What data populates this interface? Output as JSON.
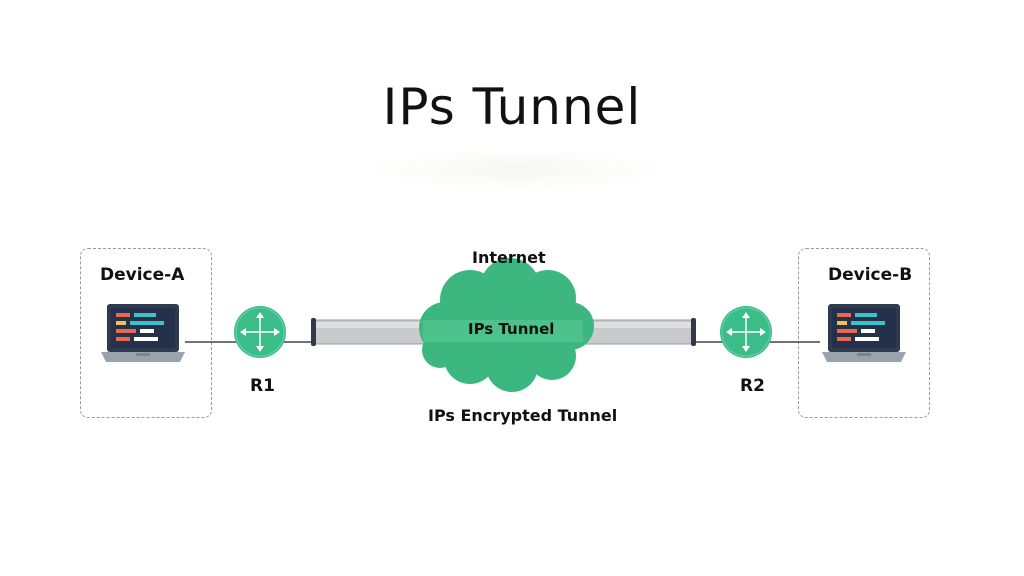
{
  "title": "IPs Tunnel",
  "devices": {
    "a": "Device-A",
    "b": "Device-B"
  },
  "routers": {
    "r1": "R1",
    "r2": "R2"
  },
  "cloud_label": "Internet",
  "tunnel_label": "IPs Tunnel",
  "encrypted_label": "IPs Encrypted Tunnel",
  "colors": {
    "router": "#3bbd8a",
    "cloud": "#3cb77f",
    "tunnel": "#c9cacc",
    "laptop_screen": "#2f3a4f",
    "accent_red": "#e86a4e",
    "accent_teal": "#39c2c7",
    "accent_yellow": "#f1c24b"
  }
}
